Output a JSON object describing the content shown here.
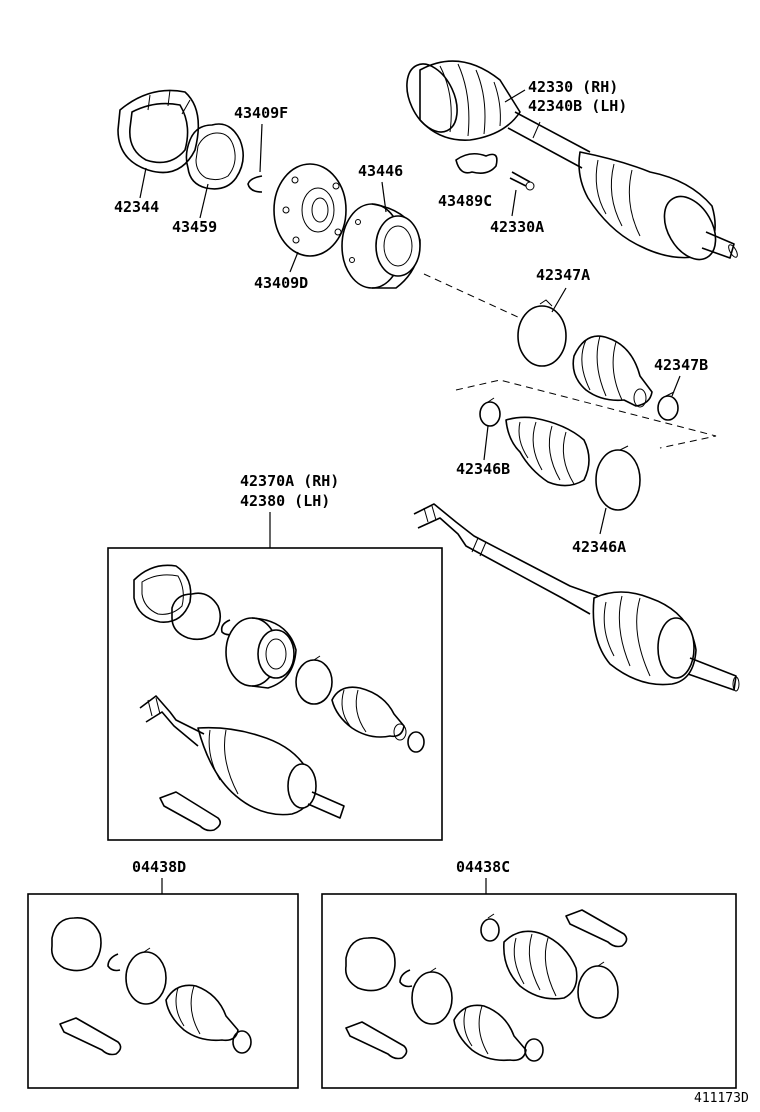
{
  "parts": {
    "p42330_rh": "42330 (RH)",
    "p42340b_lh": "42340B (LH)",
    "p43409f": "43409F",
    "p42344": "42344",
    "p43459": "43459",
    "p43446": "43446",
    "p43489c": "43489C",
    "p42330a": "42330A",
    "p43409d": "43409D",
    "p42347a": "42347A",
    "p42347b": "42347B",
    "p42346b": "42346B",
    "p42346a": "42346A",
    "p42370a_rh": "42370A (RH)",
    "p42380_lh": "42380 (LH)",
    "p04438d": "04438D",
    "p04438c": "04438C"
  },
  "diagram_id": "411173D"
}
